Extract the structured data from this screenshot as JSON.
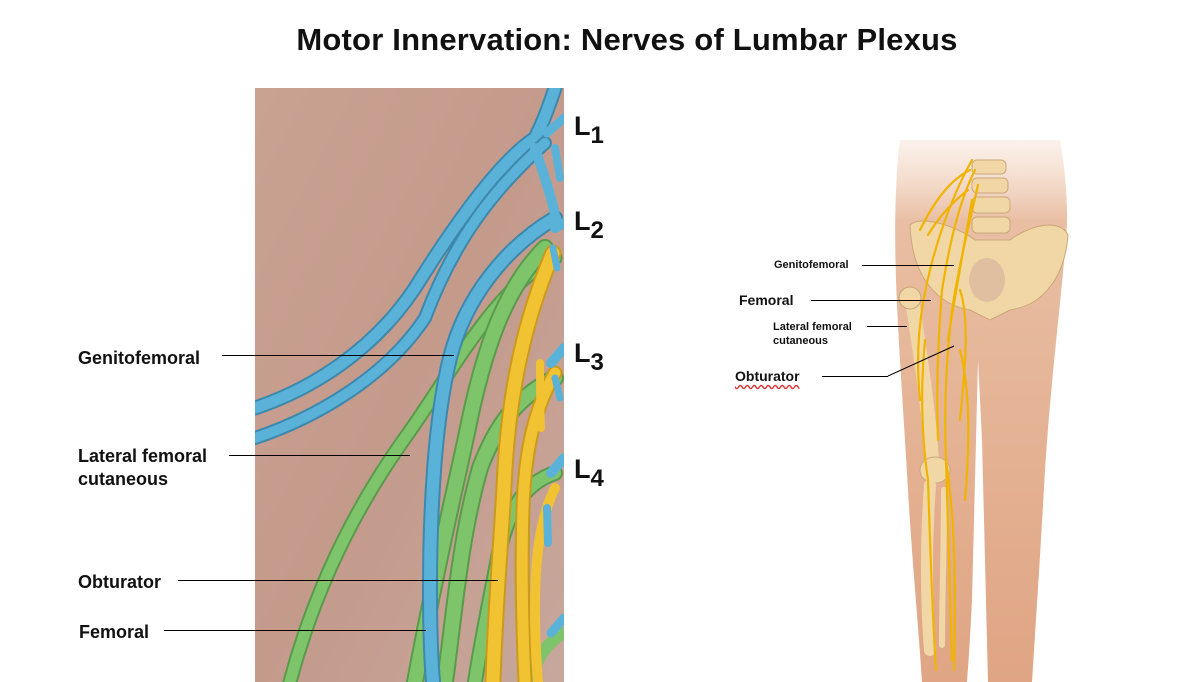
{
  "title": "Motor Innervation: Nerves of Lumbar Plexus",
  "segments": [
    {
      "label": "L",
      "num": "1"
    },
    {
      "label": "L",
      "num": "2"
    },
    {
      "label": "L",
      "num": "3"
    },
    {
      "label": "L",
      "num": "4"
    }
  ],
  "left_labels": {
    "genitofemoral": "Genitofemoral",
    "lateral_femoral_cutaneous": "Lateral femoral\ncutaneous",
    "obturator": "Obturator",
    "femoral": "Femoral"
  },
  "right_labels": {
    "genitofemoral": "Genitofemoral",
    "femoral": "Femoral",
    "lateral_femoral_cutaneous": "Lateral femoral\ncutaneous",
    "obturator": "Obturator"
  },
  "colors": {
    "background_tissue": "#c9a292",
    "genitofemoral_nerve": "#5bb2d8",
    "lateral_femoral_nerve": "#7ec46a",
    "obturator_nerve": "#f1c232",
    "skin": "#e6b08e",
    "bone": "#f2d7a6"
  }
}
